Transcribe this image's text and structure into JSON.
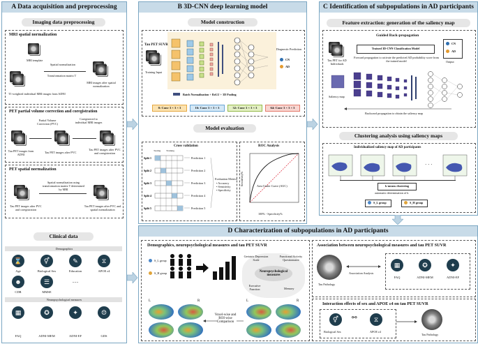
{
  "panelA": {
    "title": "A  Data acquisition and preprocessing",
    "imaging_title": "Imaging data preprocessing",
    "mri": {
      "title": "MRI spatial normalization",
      "template": "MRI template",
      "t1": "T1-weighted individual MRI images from ADNI",
      "spatial_norm": "Spatial normalization",
      "matrix": "Transformation matrix T",
      "after": "MRI images after spatial normalization"
    },
    "pvc": {
      "title": "PET partial volume correction and coregistration",
      "pvc_label": "Partial Volume Correction (PVC)",
      "coreg": "Coregistered to individual MRI images",
      "tau_adni": "Tau PET images from ADNI",
      "after_pvc": "Tau PET images after PVC",
      "after_pvc_coreg": "Tau PET images after PVC and coregistration"
    },
    "petsn": {
      "title": "PET spatial normalization",
      "desc": "Spatial normalization using transformation matrix T determined by MRI",
      "in": "Tau PET images after PVC and coregistration",
      "out": "Tau PET images after PVC and spatial normalization"
    },
    "clinical_title": "Clinical data",
    "demographics": "Demographics",
    "demo_items": [
      "Age",
      "Biological Sex",
      "Education",
      "APOE ε4",
      "CDR",
      "MMSE",
      "......"
    ],
    "neuro": "Neuropsychological measures",
    "neuro_items": [
      "FAQ",
      "ADNI-MEM",
      "ADNI-EF",
      "GDS"
    ]
  },
  "panelB": {
    "title": "B  3D-CNN deep learning model",
    "construction": "Model construction",
    "input": "Tau PET SUVR",
    "training_input": "Training Input",
    "diag": "Diagnostic Prediction",
    "cn": "CN",
    "ad": "AD",
    "legend": "Batch Normalization + ReLU + 3D Pooling",
    "convs": [
      "8: Conv 3 × 3 × 3",
      "16: Conv 3 × 3 × 3",
      "32: Conv 3 × 3 × 3",
      "64: Conv 3 × 3 × 3"
    ],
    "evaluation": "Model evaluation",
    "cv": "Cross validation",
    "testing": "Testing",
    "training": "Training",
    "splits": [
      "Split 1",
      "Split 2",
      "Split 3",
      "Split 4",
      "Split 5"
    ],
    "predictions": [
      "Prediction 1",
      "Prediction 2",
      "Prediction 3",
      "Prediction 4",
      "Prediction 5"
    ],
    "metrics_title": "Evaluation Metrics",
    "metrics": [
      "• Accuracy",
      "• Sensitivity",
      "• Specificity"
    ],
    "roc": "ROC Analysis",
    "auc": "Area Under Curve (AUC)",
    "xlab": "100% - Specificity%",
    "ylab": "Sensitivity%"
  },
  "panelC": {
    "title": "C  Identification of subpopulations in AD participants",
    "feature_title": "Feature extraction: generation of the saliency map",
    "gbp": "Guided Back-propagation",
    "tau_ad": "Tau PET for AD Individuals",
    "trained": "Trained 3D-CNN Classification Model",
    "fwd": "Forward propagation to activate the predicted AD probability score from the trained model",
    "output": "Output",
    "cn": "CN",
    "ad": "AD",
    "saliency": "Saliency map",
    "bwd": "Backward propagation to obtain the saliency map",
    "cluster_title": "Clustering analysis using saliency maps",
    "indiv": "Individualized saliency map of AD participants",
    "dots": "· · ·",
    "kmeans": "k-means clustering",
    "auto": "automatic determination of k",
    "sl": "S_L group",
    "sh": "S_H group"
  },
  "panelD": {
    "title": "D  Characterization of subpopulations in AD participants",
    "demo_title": "Demographics, neuropsychological measures and tau PET SUVR",
    "sl": "S_L group",
    "sh": "S_H group",
    "neuro": "Neuropsychological measures",
    "gds": "Geriatric Depression Scale",
    "faq": "Functional Activity Questionnaire",
    "exec": "Executive Function",
    "mem": "Memory",
    "L": "L",
    "R": "R",
    "voxel": "Voxel-wise and ROI-wise Comparison",
    "assoc_title": "Association between neuropsychological measures and tau PET SUVR",
    "tau_path": "Tau Pathology",
    "assoc": "Association Analysis",
    "measures": [
      "FAQ",
      "ADNI-MEM",
      "ADNI-EF"
    ],
    "inter_title": "Interaction effects of sex and APOE ε4 on tau PET SUVR",
    "bio_sex": "Biological Sex",
    "apoe": "APOE ε4",
    "tau_path2": "Tau Pathology"
  },
  "colors": {
    "header": "#c8dbe8",
    "conv8": "#f5c26b",
    "conv16": "#9ec9e8",
    "conv32": "#c8e08a",
    "conv64": "#f2a9a0",
    "cn": "#2f6fb0",
    "ad": "#e49a2e",
    "sl": "#4a87c9",
    "sh": "#e0a43a"
  }
}
